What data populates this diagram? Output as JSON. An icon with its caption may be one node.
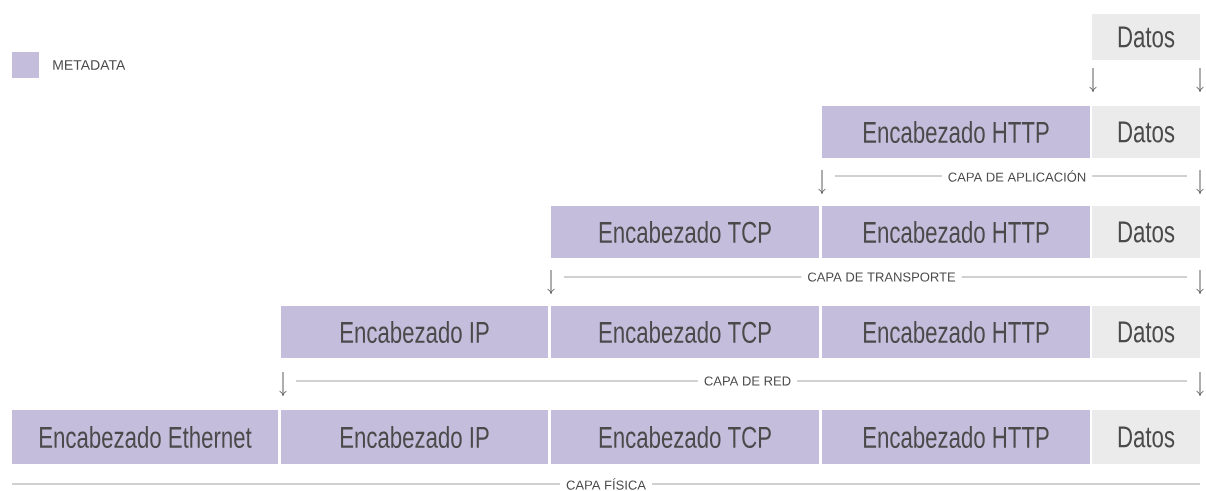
{
  "diagram": {
    "nodes": [
      {
        "text": [
          "Datos"
        ]
      },
      {
        "text": [
          "Encabezado HTTP"
        ]
      },
      {
        "text": [
          "Datos"
        ]
      },
      {
        "text": [
          "Encabezado TCP"
        ]
      },
      {
        "text": [
          "Encabezado HTTP"
        ]
      },
      {
        "text": [
          "Datos"
        ]
      },
      {
        "text": [
          "Encabezado IP"
        ]
      },
      {
        "text": [
          "Encabezado TCP"
        ]
      },
      {
        "text": [
          "Encabezado HTTP"
        ]
      },
      {
        "text": [
          "Datos"
        ]
      },
      {
        "text": [
          "Encabezado Ethernet"
        ]
      },
      {
        "text": [
          "Encabezado IP"
        ]
      },
      {
        "text": [
          "Encabezado TCP"
        ]
      },
      {
        "text": [
          "Encabezado HTTP"
        ]
      },
      {
        "text": [
          "Datos"
        ]
      }
    ],
    "labels": [
      "CAPA DE APLICACIÓN",
      "CAPA DE TRANSPORTE",
      "CAPA DE RED",
      "CAPA FÍSICA"
    ],
    "legend": [
      {
        "text": "METADATA",
        "color": "#c5bddc"
      }
    ]
  }
}
